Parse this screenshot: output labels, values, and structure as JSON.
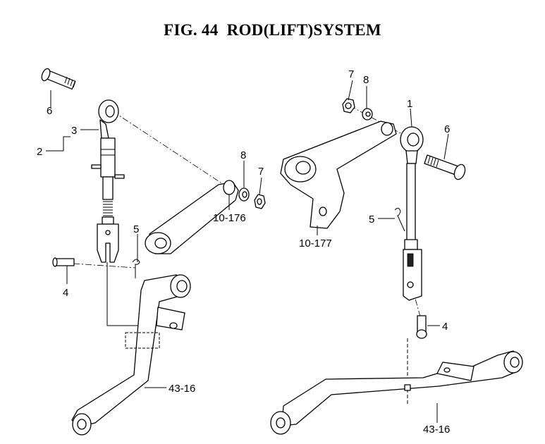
{
  "title": "FIG. 44  ROD(LIFT)SYSTEM",
  "callouts": {
    "left_pin_6": "6",
    "left_link_3": "3",
    "left_rod_2": "2",
    "left_nut_7": "7",
    "left_washer_8": "8",
    "left_arm": "10-176",
    "left_clip_5": "5",
    "left_pin_4": "4",
    "left_lower_link": "43-16",
    "right_nut_7": "7",
    "right_washer_8": "8",
    "right_link_1": "1",
    "right_pin_6": "6",
    "right_clip_5": "5",
    "right_arm": "10-177",
    "right_pin_4": "4",
    "right_lower_link": "43-16"
  },
  "colors": {
    "line": "#000000",
    "background": "#ffffff"
  }
}
